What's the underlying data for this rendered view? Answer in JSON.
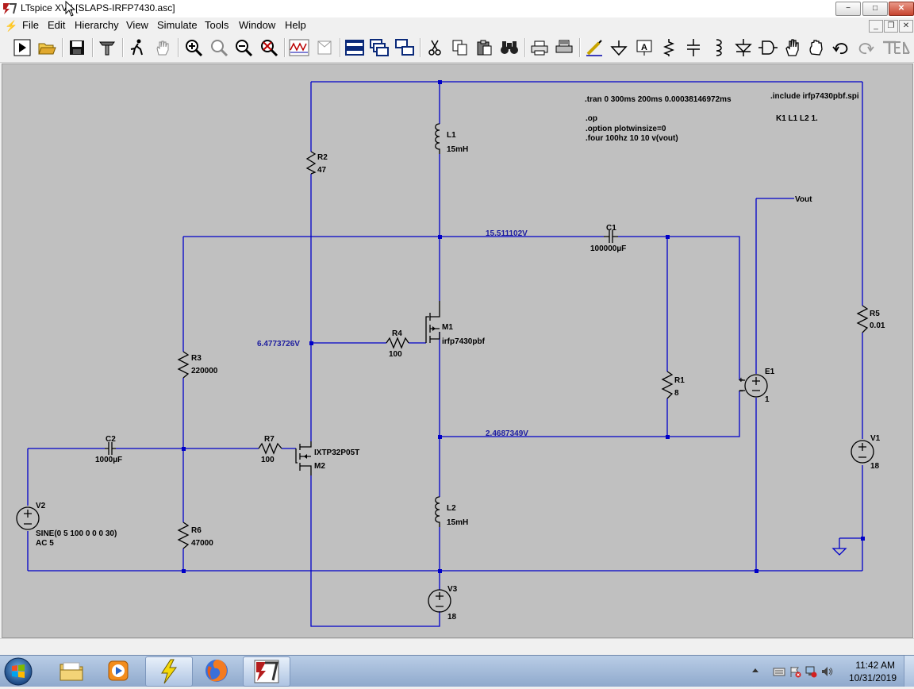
{
  "window": {
    "app_name": "LTspice XVII",
    "file_title": "[SLAPS-IRFP7430.asc]",
    "controls": {
      "minimize": "−",
      "maximize": "□",
      "close": "✕"
    }
  },
  "menubar": {
    "items": [
      "File",
      "Edit",
      "Hierarchy",
      "View",
      "Simulate",
      "Tools",
      "Window",
      "Help"
    ],
    "mdi": {
      "minimize": "_",
      "restore": "❐",
      "close": "✕"
    }
  },
  "toolbar": {
    "buttons": [
      "run-icon",
      "open-folder-icon",
      "save-icon",
      "control-panel-icon",
      "halt-icon",
      "pan-hand-icon",
      "zoom-in-icon",
      "zoom-area-icon",
      "zoom-out-icon",
      "zoom-fit-icon",
      "waveform-icon",
      "autorange-icon",
      "tile-horizontal-icon",
      "cascade-icon",
      "tile-vertical-icon",
      "cut-icon",
      "copy-icon",
      "paste-icon",
      "find-icon",
      "print-preview-icon",
      "print-icon",
      "draw-wire-icon",
      "ground-icon",
      "label-net-icon",
      "resistor-icon",
      "capacitor-icon",
      "inductor-icon",
      "diode-icon",
      "component-icon",
      "move-hand-icon",
      "drag-hand-icon",
      "undo-icon",
      "redo-icon",
      "text-icon",
      "spice-directive-icon"
    ]
  },
  "schematic": {
    "directives": {
      "tran": ".tran 0 300ms 200ms 0.00038146972ms",
      "op": ".op",
      "option": ".option plotwinsize=0",
      "four": ".four 100hz 10 10 v(vout)",
      "include": ".include irfp7430pbf.spi",
      "coupling": "K1 L1 L2 1."
    },
    "components": {
      "L1": {
        "name": "L1",
        "value": "15mH"
      },
      "L2": {
        "name": "L2",
        "value": "15mH"
      },
      "R2": {
        "name": "R2",
        "value": "47"
      },
      "R3": {
        "name": "R3",
        "value": "220000"
      },
      "R6": {
        "name": "R6",
        "value": "47000"
      },
      "R4": {
        "name": "R4",
        "value": "100"
      },
      "R7": {
        "name": "R7",
        "value": "100"
      },
      "R1": {
        "name": "R1",
        "value": "8"
      },
      "R5": {
        "name": "R5",
        "value": "0.01"
      },
      "C1": {
        "name": "C1",
        "value": "100000µF"
      },
      "C2": {
        "name": "C2",
        "value": "1000µF"
      },
      "M1": {
        "name": "M1",
        "value": "irfp7430pbf"
      },
      "M2": {
        "name": "M2",
        "value": "IXTP32P05T"
      },
      "E1": {
        "name": "E1",
        "value": "1"
      },
      "V1": {
        "name": "V1",
        "value": "18"
      },
      "V2": {
        "name": "V2",
        "value": "SINE(0 5 100 0 0 0 30)",
        "value2": "AC 5"
      },
      "V3": {
        "name": "V3",
        "value": "18"
      }
    },
    "net_labels": {
      "vout": "Vout"
    },
    "node_voltages": {
      "top": "15.511102V",
      "gate": "6.4773726V",
      "bottom": "2.4687349V"
    }
  },
  "taskbar": {
    "clock_time": "11:42 AM",
    "clock_date": "10/31/2019"
  }
}
